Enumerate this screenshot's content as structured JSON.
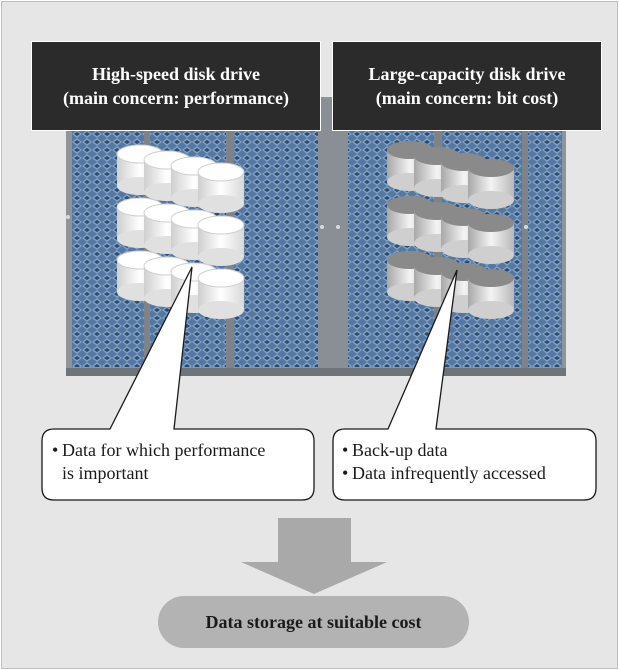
{
  "headers": {
    "high_speed": {
      "line1": "High-speed disk drive",
      "line2": "(main concern: performance)"
    },
    "large_capacity": {
      "line1": "Large-capacity disk drive",
      "line2": "(main concern: bit cost)"
    }
  },
  "callouts": {
    "high_speed": {
      "bullet": "•",
      "line1": "Data for which performance",
      "line2": "is important"
    },
    "large_capacity": {
      "bullet": "•",
      "item1": "Back-up data",
      "item2": "Data infrequently accessed"
    }
  },
  "result": {
    "label": "Data storage at suitable cost"
  },
  "colors": {
    "background": "#e6e6e6",
    "header_fill": "#2b2b2b",
    "rack_blue": "#5f7fa6",
    "rack_frame": "#9a9fa6",
    "disk_white": "#ffffff",
    "disk_gray_top": "#8a8a8a",
    "arrow": "#a9a9a9",
    "result_pill": "#b3b3b3"
  }
}
